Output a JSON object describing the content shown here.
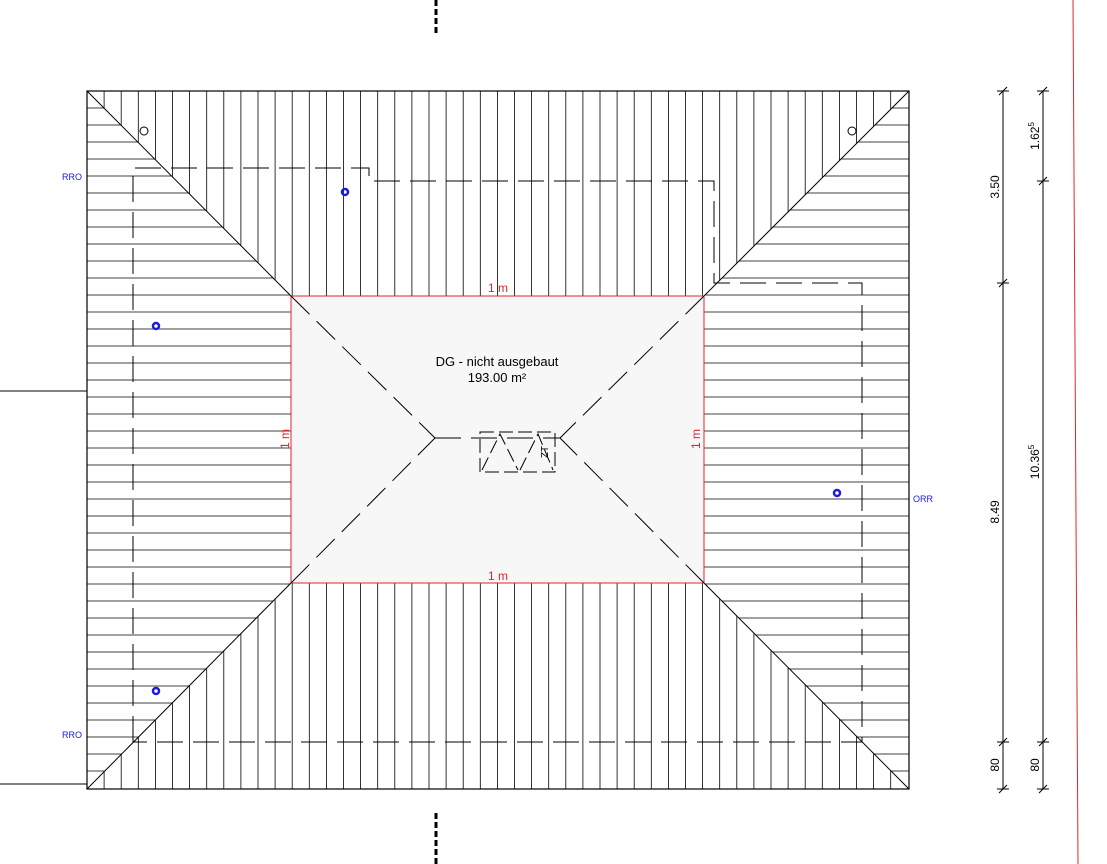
{
  "room": {
    "name": "DG - nicht ausgebaut",
    "area": "193.00 m²"
  },
  "chimney_label": "ZT",
  "edge_labels": {
    "top": "1 m",
    "bottom": "1 m",
    "left": "1 m",
    "right": "1 m"
  },
  "downpipes": {
    "top_left": "RRO",
    "bottom_left": "RRO",
    "right": "ORR"
  },
  "dimensions": {
    "outer": [
      {
        "value": "3.50",
        "sup": ""
      },
      {
        "value": "8.49",
        "sup": ""
      },
      {
        "value": "80",
        "sup": ""
      }
    ],
    "inner": [
      {
        "value": "1.62",
        "sup": "5"
      },
      {
        "value": "10.36",
        "sup": "5"
      },
      {
        "value": "80",
        "sup": ""
      }
    ]
  },
  "colors": {
    "line": "#000000",
    "red": "#e0262b",
    "blue": "#1a1adc",
    "fill": "#f7f7f7"
  }
}
